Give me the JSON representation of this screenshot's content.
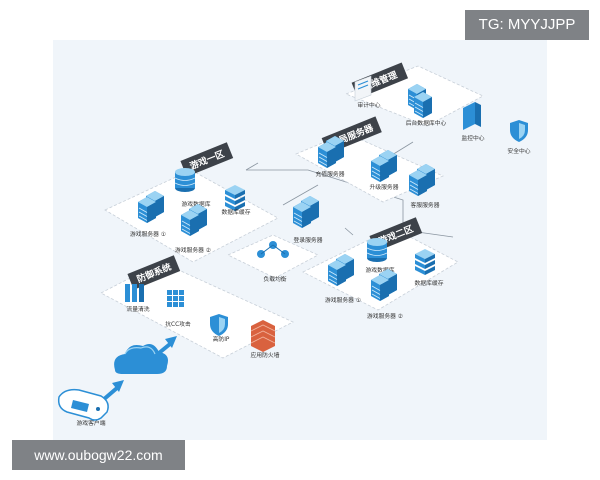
{
  "watermarks": {
    "tg": "TG: MYYJJPP",
    "url": "www.oubogw22.com"
  },
  "colors": {
    "accent": "#1f8fd8",
    "tag_bg": "#3d4249",
    "canvas_bg": "#f0f5fa",
    "firewall": "#d9623f"
  },
  "groups": {
    "ops": {
      "title": "运维管理",
      "items": {
        "audit": "审计中心",
        "backend_db": "后台数据库中心",
        "monitor": "监控中心",
        "security": "安全中心"
      }
    },
    "global": {
      "title": "全局服务器",
      "items": {
        "recharge": "充值服务器",
        "upgrade": "升级服务器",
        "support": "客服服务器"
      }
    },
    "zone1": {
      "title": "游戏一区",
      "items": {
        "db": "游戏数据库",
        "cache": "数据库缓存",
        "server1": "游戏服务器 ①",
        "server2": "游戏服务器 ②"
      }
    },
    "zone2": {
      "title": "游戏二区",
      "items": {
        "db": "游戏数据库",
        "cache": "数据库缓存",
        "server1": "游戏服务器 ①",
        "server2": "游戏服务器 ②"
      }
    },
    "defense": {
      "title": "防御系统",
      "items": {
        "traffic": "流量清洗",
        "anti_cc": "抗CC攻击",
        "high_ip": "高防IP",
        "waf": "应用防火墙"
      }
    }
  },
  "nodes": {
    "login": "登录服务器",
    "load_balancer": "负载均衡",
    "client": "游戏客户端"
  }
}
